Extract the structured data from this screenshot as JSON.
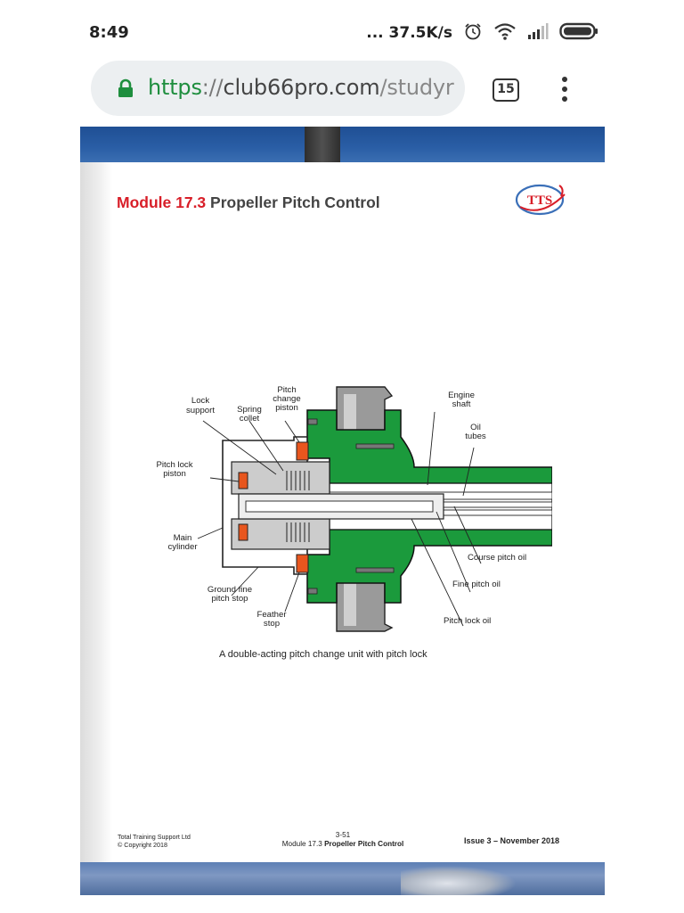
{
  "status_bar": {
    "time": "8:49",
    "network_speed": "... 37.5K/s",
    "icons": [
      "alarm-icon",
      "wifi-icon",
      "signal-icon",
      "battery-icon"
    ]
  },
  "browser": {
    "url_scheme": "https",
    "url_separator": "://",
    "url_host": "club66pro.com",
    "url_path": "/studyr",
    "tab_count": "15",
    "colors": {
      "secure": "#1e8e3e",
      "url_bar": "#eceff1"
    }
  },
  "document": {
    "module_number": "Module 17.3",
    "module_name": "Propeller Pitch Control",
    "logo_text": "TTS",
    "figure": {
      "labels": {
        "lock_support": [
          "Lock",
          "support"
        ],
        "spring_collet": [
          "Spring",
          "collet"
        ],
        "pitch_change_piston": [
          "Pitch",
          "change",
          "piston"
        ],
        "engine_shaft": [
          "Engine",
          "shaft"
        ],
        "oil_tubes": [
          "Oil",
          "tubes"
        ],
        "pitch_lock_piston": [
          "Pitch lock",
          "piston"
        ],
        "main_cylinder": [
          "Main",
          "cylinder"
        ],
        "course_pitch_oil": "Course pitch oil",
        "fine_pitch_oil": "Fine pitch oil",
        "ground_fine_pitch_stop": [
          "Ground fine",
          "pitch stop"
        ],
        "feather_stop": [
          "Feather",
          "stop"
        ],
        "pitch_lock_oil": "Pitch lock oil"
      },
      "caption": "A double-acting pitch change unit with pitch lock"
    },
    "footer": {
      "company": "Total Training Support Ltd",
      "copyright": "© Copyright 2018",
      "page_number": "3-51",
      "module_prefix": "Module 17.3",
      "module_name": "Propeller Pitch Control",
      "issue": "Issue 3 – November 2018"
    },
    "colors": {
      "title_red": "#d81e28",
      "hub_green": "#1b9a3c",
      "seal_orange": "#e8561e"
    }
  }
}
